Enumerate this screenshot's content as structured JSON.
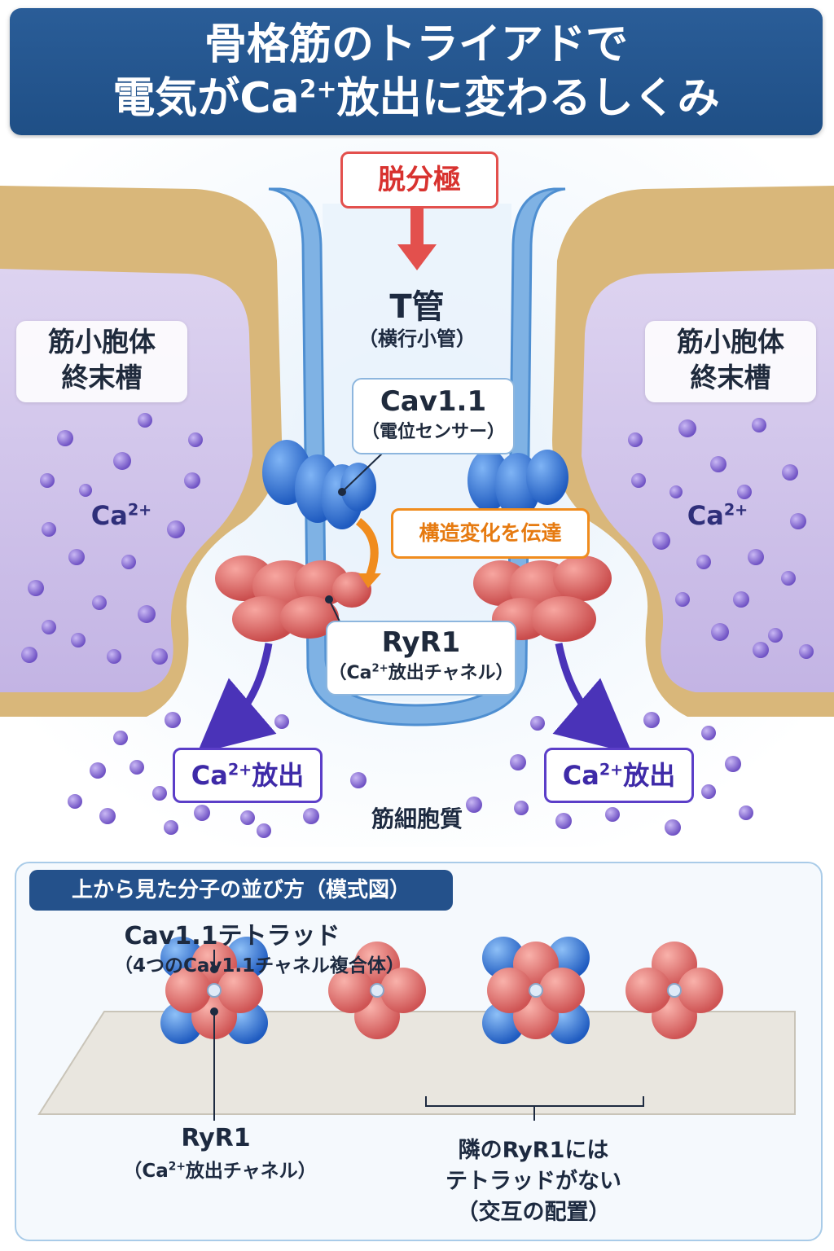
{
  "title": {
    "line1": "骨格筋のトライアドで",
    "line2_prefix": "電気がCa",
    "line2_sup": "2+",
    "line2_suffix": "放出に変わるしくみ"
  },
  "diagram": {
    "depolarization": "脱分極",
    "t_tubule": {
      "title": "T管",
      "subtitle": "（横行小管）"
    },
    "sr_left": {
      "line1": "筋小胞体",
      "line2": "終末槽"
    },
    "sr_right": {
      "line1": "筋小胞体",
      "line2": "終末槽"
    },
    "ca_ion": {
      "base": "Ca",
      "sup": "2+"
    },
    "cav": {
      "title": "Cav1.1",
      "subtitle": "（電位センサー）"
    },
    "transmit": "構造変化を伝達",
    "ryr": {
      "title": "RyR1",
      "sub_prefix": "（Ca",
      "sub_sup": "2+",
      "sub_suffix": "放出チャネル）"
    },
    "release": {
      "base": "Ca",
      "sup": "2+",
      "suffix": "放出"
    },
    "cytoplasm": "筋細胞質"
  },
  "bottom": {
    "header": "上から見た分子の並び方（模式図）",
    "tetrad_title": "Cav1.1テトラッド",
    "tetrad_subtitle": "（4つのCav1.1チャネル複合体）",
    "ryr_title": "RyR1",
    "ryr_sub_prefix": "（Ca",
    "ryr_sub_sup": "2+",
    "ryr_sub_suffix": "放出チャネル）",
    "note_line1": "隣のRyR1には",
    "note_line2": "テトラッドがない",
    "note_line3": "（交互の配置）"
  },
  "colors": {
    "banner": "#24518b",
    "cav_blue": "#2f6fd0",
    "ryr_red": "#e26d6d",
    "sr_purple": "#c8bde8",
    "membrane_tan": "#d9b77a",
    "t_tubule_blue": "#7fb2e4",
    "ca_dot": "#8a6fd4",
    "depol_red": "#e3504d",
    "transmit_orange": "#f08c1e",
    "release_purple": "#5b3ec8"
  }
}
